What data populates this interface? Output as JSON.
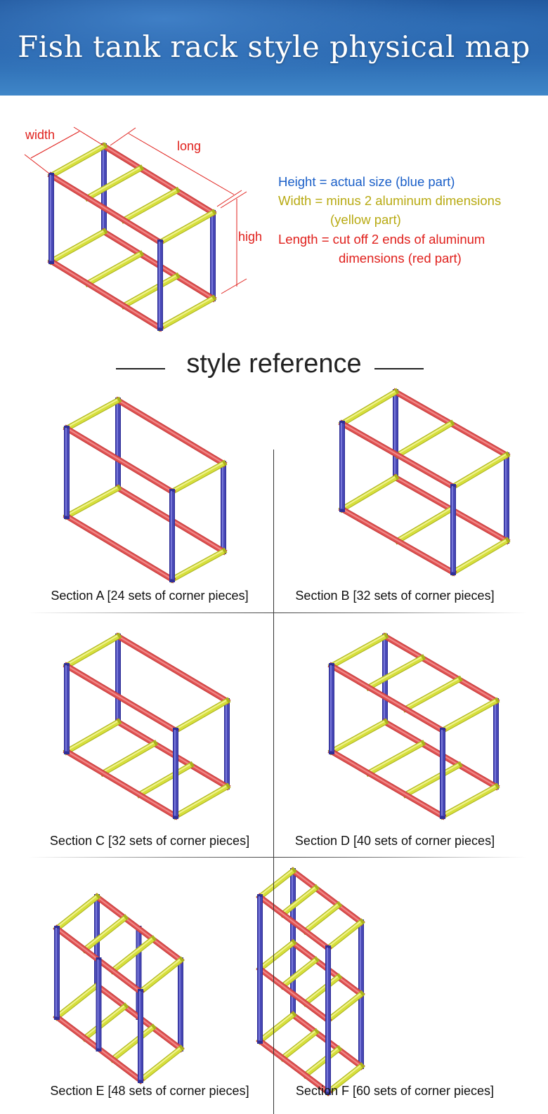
{
  "header": {
    "title": "Fish tank rack style physical map"
  },
  "dimension_labels": {
    "width": "width",
    "long": "long",
    "high": "high"
  },
  "notes": {
    "height": "Height = actual size (blue part)",
    "width_1": "Width = minus 2 aluminum dimensions",
    "width_2": "(yellow part)",
    "length_1": "Length = cut off 2 ends of aluminum",
    "length_2": "dimensions (red part)"
  },
  "colors": {
    "height_part": "#1a5fc8",
    "width_part": "#b8aa12",
    "length_part": "#e0201c",
    "post": "#4747b5",
    "rail": "#e05252",
    "crossbar": "#d6df3c"
  },
  "style_reference_title": "style reference",
  "main_frame": {
    "levels": 2,
    "middle_crossbars": [
      2,
      2
    ],
    "middle_posts": false
  },
  "sections": [
    {
      "caption": "Section A [24 sets of corner pieces]",
      "levels": 2,
      "middle_crossbars": [
        0,
        0
      ],
      "middle_posts": false
    },
    {
      "caption": "Section B [32 sets of corner pieces]",
      "levels": 2,
      "middle_crossbars": [
        1,
        1
      ],
      "middle_posts": false
    },
    {
      "caption": "Section C [32 sets of corner pieces]",
      "levels": 2,
      "middle_crossbars": [
        0,
        2
      ],
      "middle_posts": false
    },
    {
      "caption": "Section D [40 sets of corner pieces]",
      "levels": 2,
      "middle_crossbars": [
        2,
        2
      ],
      "middle_posts": false
    },
    {
      "caption": "Section E [48 sets of corner pieces]",
      "levels": 2,
      "middle_crossbars": [
        2,
        2
      ],
      "middle_posts": true
    },
    {
      "caption": "Section F [60 sets of corner pieces]",
      "levels": 3,
      "middle_crossbars": [
        2,
        2,
        2
      ],
      "middle_posts": false
    }
  ]
}
